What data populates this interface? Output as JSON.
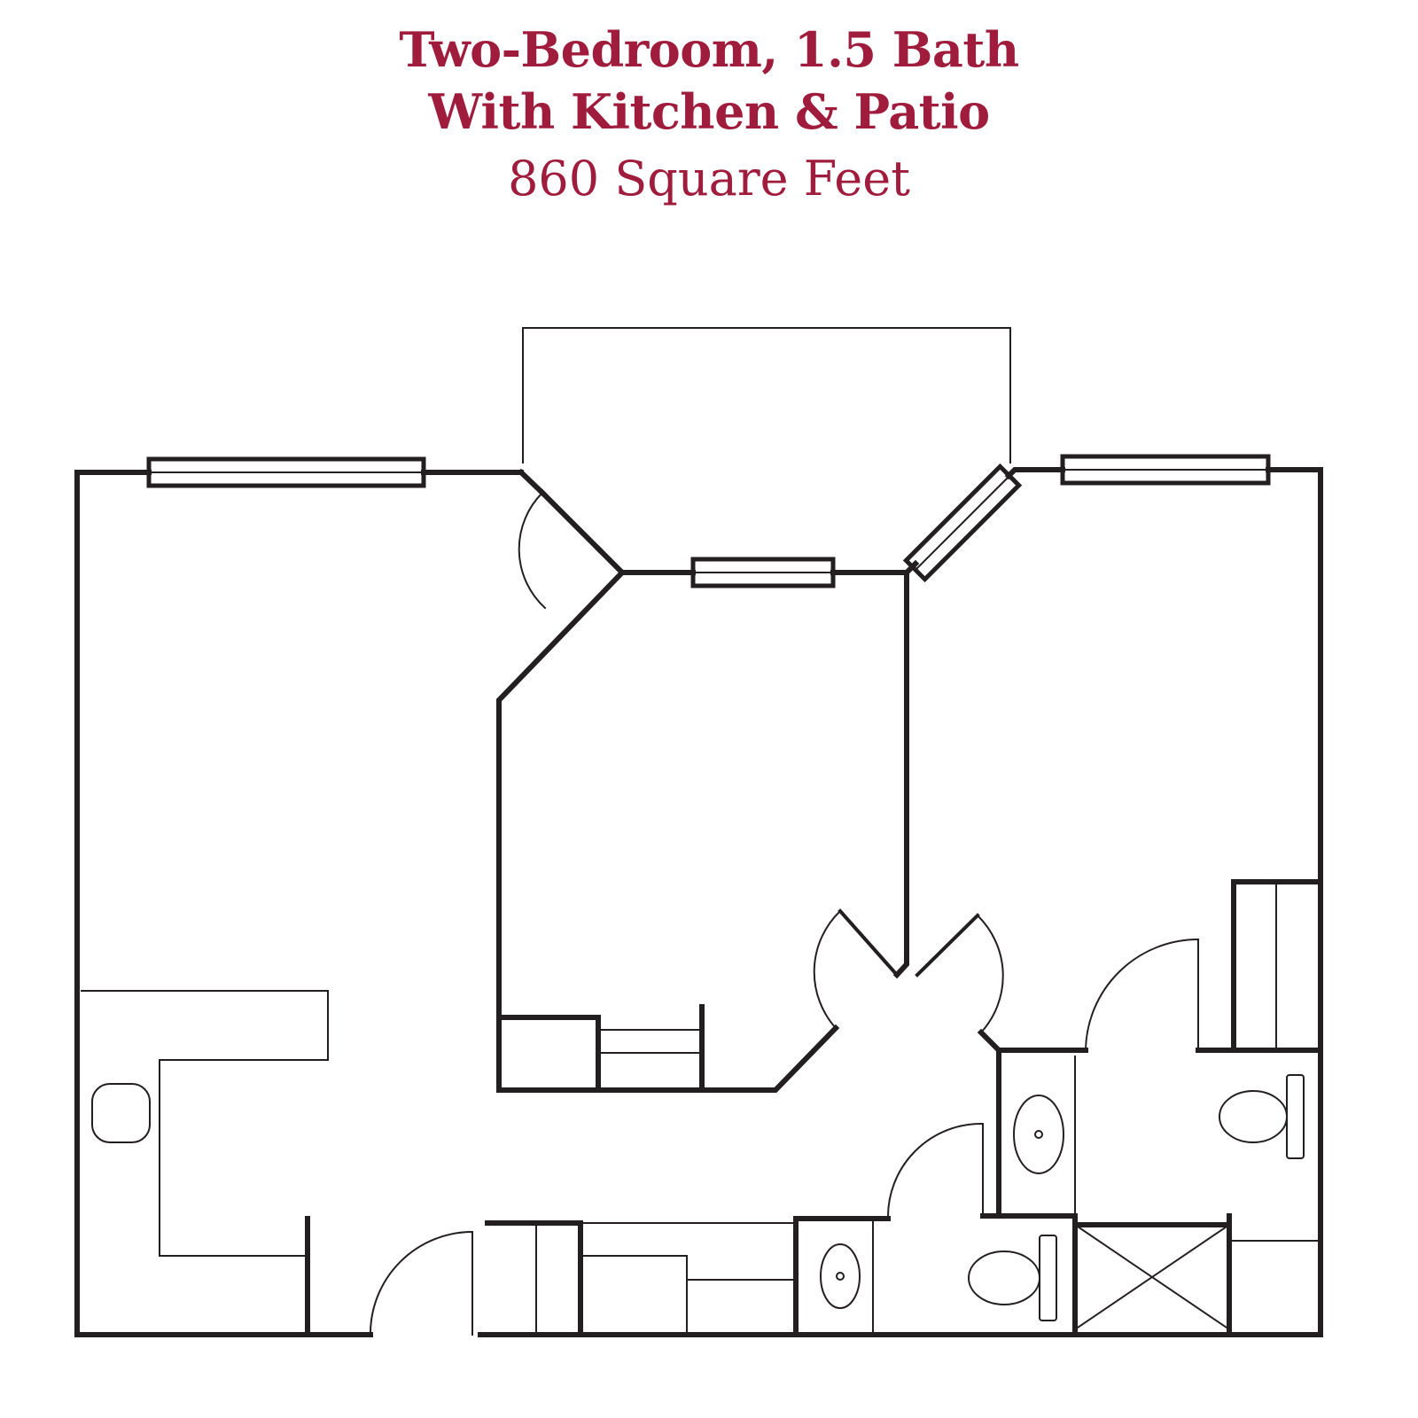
{
  "header": {
    "line1": "Two-Bedroom, 1.5 Bath",
    "line2": "With Kitchen & Patio",
    "line3": "860 Square Feet"
  },
  "colors": {
    "title": "#a01c3c",
    "wall": "#231f20",
    "background": "#ffffff"
  }
}
